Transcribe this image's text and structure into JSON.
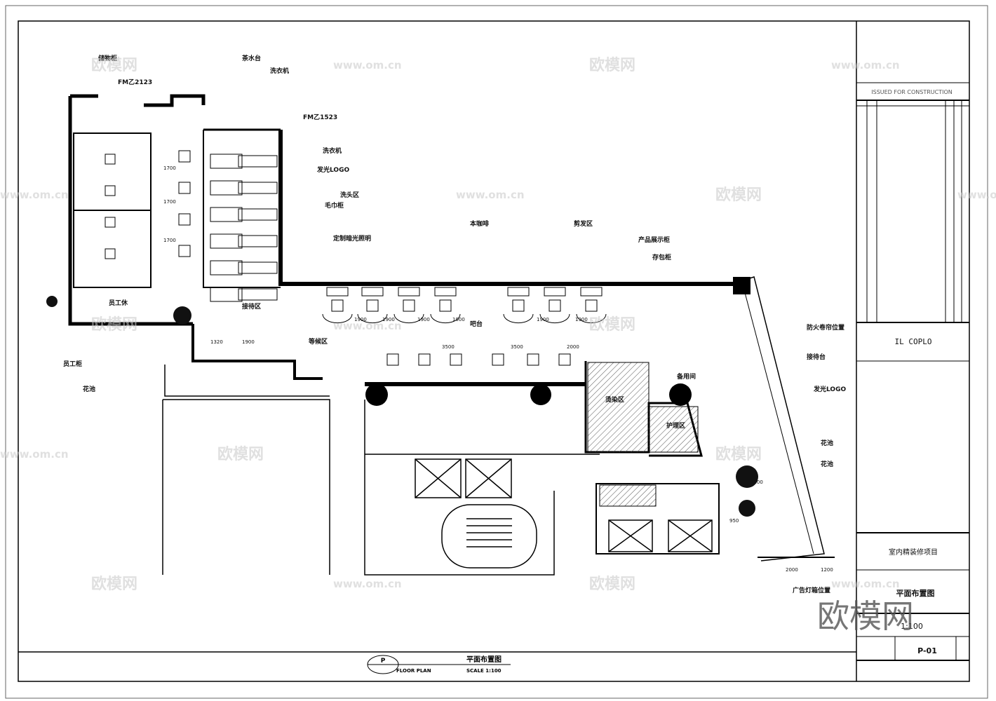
{
  "title_block": {
    "issued": "ISSUED FOR CONSTRUCTION",
    "client": "IL COPLO",
    "project": "室内精装修项目",
    "drawing_title": "平面布置图",
    "scale": "1:100",
    "drawing_no": "P-01"
  },
  "footer": {
    "symbol": "P",
    "plan_en": "FLOOR PLAN",
    "plan_cn": "平面布置图",
    "scale": "SCALE 1:100"
  },
  "labels": [
    "储物柜",
    "茶水台",
    "洗衣机",
    "FM乙2123",
    "FM乙1523",
    "洗衣机",
    "发光LOGO",
    "洗头区",
    "毛巾柜",
    "定制暗光照明",
    "本咖啡",
    "剪发区",
    "产品展示柜",
    "存包柜",
    "员工柜",
    "员工休",
    "花池",
    "接待区",
    "等候区",
    "吧台",
    "烫染区",
    "花池",
    "花池",
    "防火卷帘位置",
    "接待台",
    "发光LOGO",
    "广告灯箱位置",
    "备用间",
    "护理区"
  ],
  "dimensions": [
    "1900",
    "1900",
    "1900",
    "1900",
    "1900",
    "1900",
    "1320",
    "1900",
    "3500",
    "3500",
    "2000",
    "1700",
    "1700",
    "1700",
    "1200",
    "2000",
    "1100",
    "950"
  ],
  "watermark": {
    "brand": "欧模网",
    "url": "www.om.cn"
  }
}
